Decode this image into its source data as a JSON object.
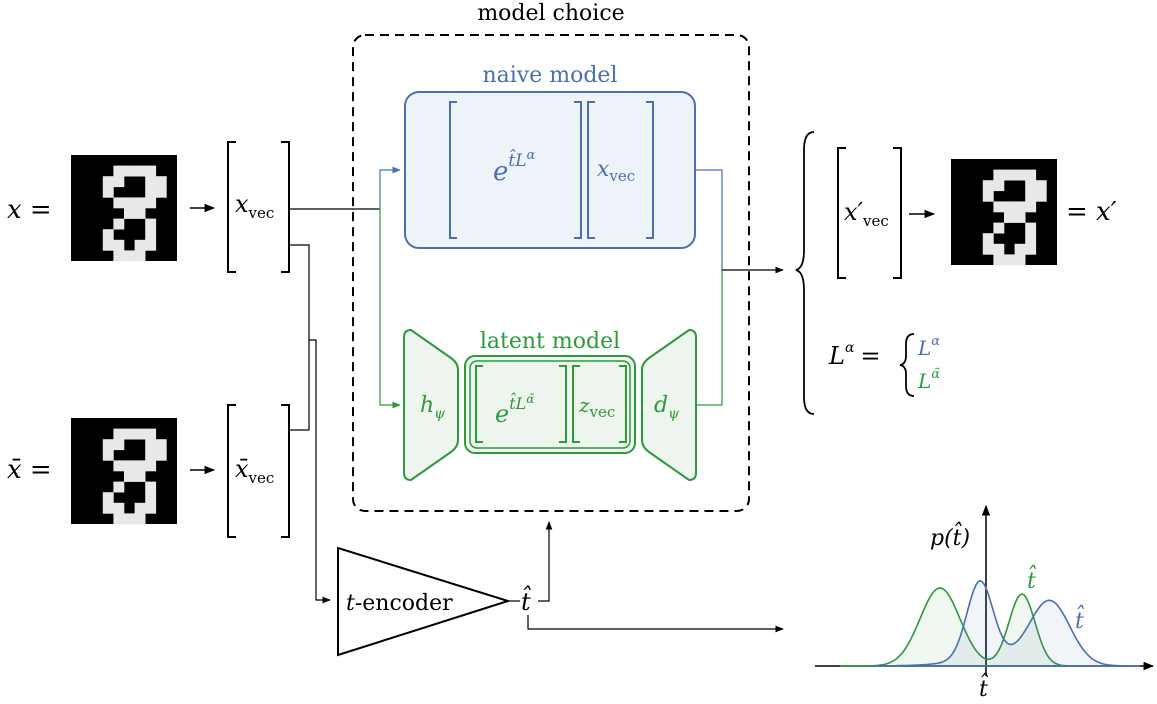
{
  "title": "model choice",
  "colors": {
    "blue": "#4a6fb5",
    "blue_fill": "#eef3f9",
    "green": "#2e9a3c",
    "green_fill": "#eef5ee",
    "ink": "#000000"
  },
  "inputs": {
    "x_label": "x =",
    "x_vec": "x",
    "x_vec_sub": "vec",
    "xbar_label": "x̄ =",
    "xbar_vec": "x̄",
    "xbar_vec_sub": "vec"
  },
  "naive": {
    "title": "naive model",
    "exp_base": "e",
    "exp_power": "t̂L",
    "exp_power_sup": "α",
    "vec": "x",
    "vec_sub": "vec"
  },
  "latent": {
    "title": "latent model",
    "encoder": "h",
    "encoder_sub": "ψ",
    "exp_base": "e",
    "exp_power": "t̂L",
    "exp_power_sup": "α̃",
    "vec": "z",
    "vec_sub": "vec",
    "decoder": "d",
    "decoder_sub": "ψ"
  },
  "t_encoder": {
    "label_t": "t",
    "label_rest": "-encoder",
    "output": "t̂"
  },
  "outputs": {
    "xprime_vec": "x′",
    "xprime_vec_sub": "vec",
    "xprime_label": "= x′",
    "L_lhs": "L",
    "L_lhs_sup": "α",
    "L_eq": "=",
    "case1": "L",
    "case1_sup": "α",
    "case2": "L",
    "case2_sup": "α̃"
  },
  "density": {
    "ylabel": "p(t̂)",
    "xlabel": "t̂",
    "green_label": "t̂",
    "blue_label": "t̂"
  },
  "digit": {
    "pixels": [
      "..........",
      "....####..",
      "...##..##.",
      "...#...##.",
      "....####..",
      ".....##...",
      "....#..#..",
      "...#...#..",
      "...##.##..",
      "....###..."
    ]
  }
}
